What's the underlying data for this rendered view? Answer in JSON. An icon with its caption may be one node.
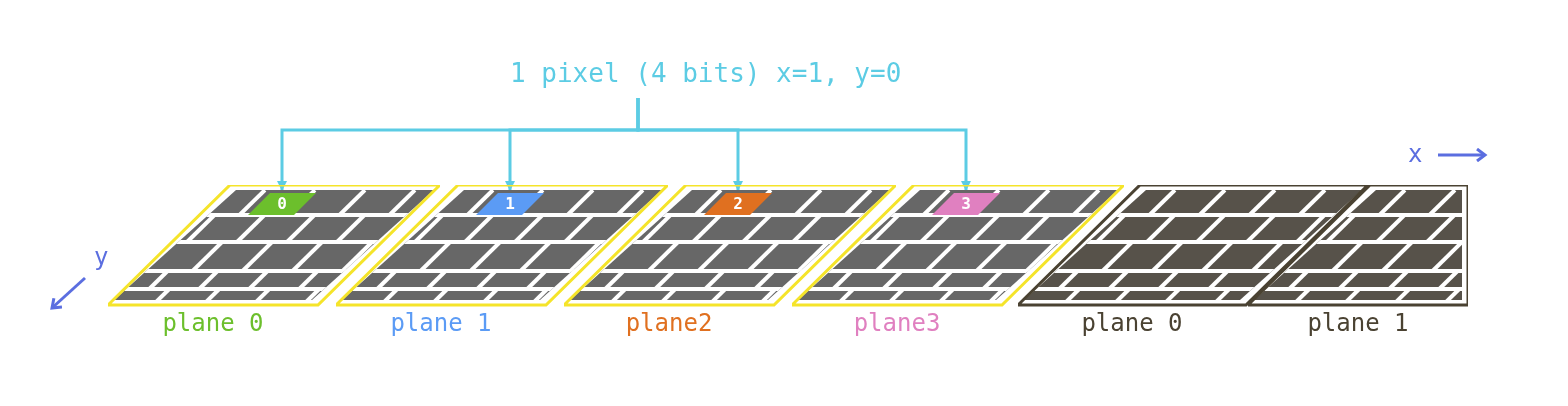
{
  "diagram": {
    "nodes": [
      {
        "text": [
          "1 pixel (4 bits) x=1, y=0"
        ]
      },
      {
        "text": [
          "plane 0"
        ]
      },
      {
        "text": [
          "0"
        ],
        "in": 1
      },
      {
        "text": [
          "plane 1"
        ]
      },
      {
        "text": [
          "1"
        ],
        "in": 3
      },
      {
        "text": [
          "plane2"
        ]
      },
      {
        "text": [
          "2"
        ],
        "in": 5
      },
      {
        "text": [
          "plane3"
        ]
      },
      {
        "text": [
          "3"
        ],
        "in": 7
      },
      {
        "text": [
          "plane 0"
        ]
      },
      {
        "text": [
          "plane 1"
        ]
      }
    ],
    "edges": [
      {
        "from": 0,
        "to": 2,
        "arrow": "to"
      },
      {
        "from": 0,
        "to": 4,
        "arrow": "to"
      },
      {
        "from": 0,
        "to": 6,
        "arrow": "to"
      },
      {
        "from": 0,
        "to": 8,
        "arrow": "to"
      }
    ],
    "labels": [
      "x",
      "y"
    ]
  }
}
